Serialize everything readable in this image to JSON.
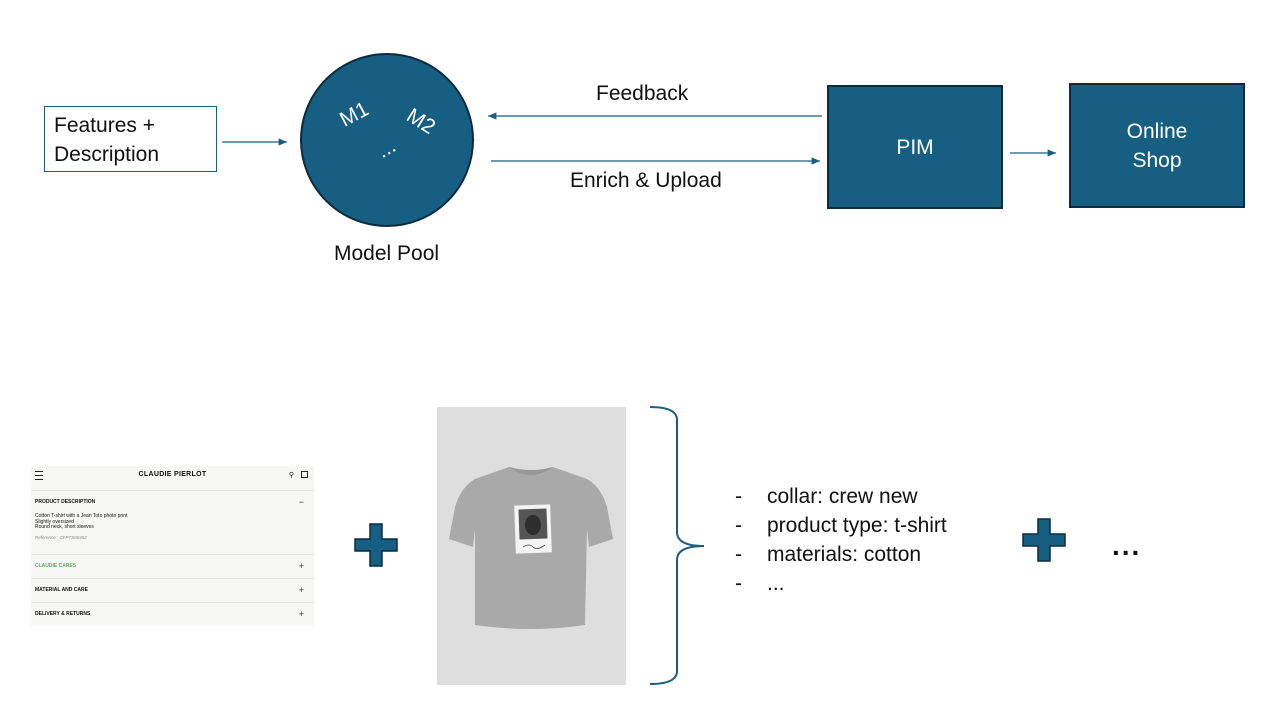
{
  "diagram": {
    "input_box": {
      "line1": "Features +",
      "line2": "Description"
    },
    "model_pool": {
      "label": "Model Pool",
      "m1": "M1",
      "m2": "M2",
      "more": "..."
    },
    "feedback_label": "Feedback",
    "enrich_label": "Enrich & Upload",
    "pim_label": "PIM",
    "shop": {
      "line1": "Online",
      "line2": "Shop"
    }
  },
  "example": {
    "product_page": {
      "brand": "CLAUDIE PIERLOT",
      "sections": [
        {
          "label": "PRODUCT DESCRIPTION",
          "toggle": "−"
        },
        {
          "label": "CLAUDIE CARES",
          "toggle": "+"
        },
        {
          "label": "MATERIAL AND CARE",
          "toggle": "+"
        },
        {
          "label": "DELIVERY & RETURNS",
          "toggle": "+"
        }
      ],
      "description_lines": [
        "Cotton T-shirt with a Jean Toto photo print",
        "Slightly oversized",
        "Round neck, short sleeves"
      ],
      "reference": "Reference : CFPTS00452"
    },
    "attributes": [
      "collar: crew new",
      "product type: t-shirt",
      "materials: cotton",
      "..."
    ],
    "more": "..."
  },
  "colors": {
    "primary": "#165f82",
    "border": "#0c2b3b",
    "arrow": "#1a5e80"
  }
}
